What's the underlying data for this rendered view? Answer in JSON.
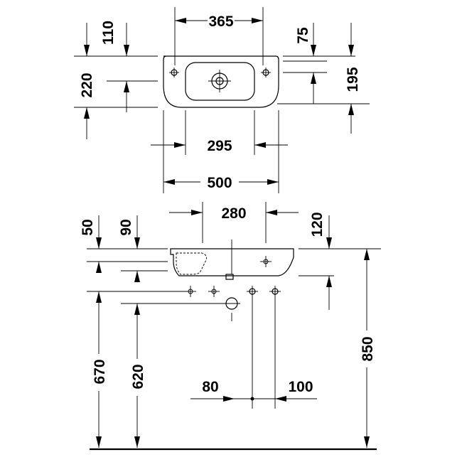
{
  "top_view": {
    "width_365": "365",
    "height_110": "110",
    "height_75": "75",
    "height_220": "220",
    "height_195": "195",
    "width_295": "295",
    "width_500": "500"
  },
  "side_view": {
    "width_280": "280",
    "height_50": "50",
    "height_90": "90",
    "height_120": "120",
    "height_670": "670",
    "height_620": "620",
    "height_850": "850",
    "offset_80": "80",
    "offset_100": "100"
  }
}
